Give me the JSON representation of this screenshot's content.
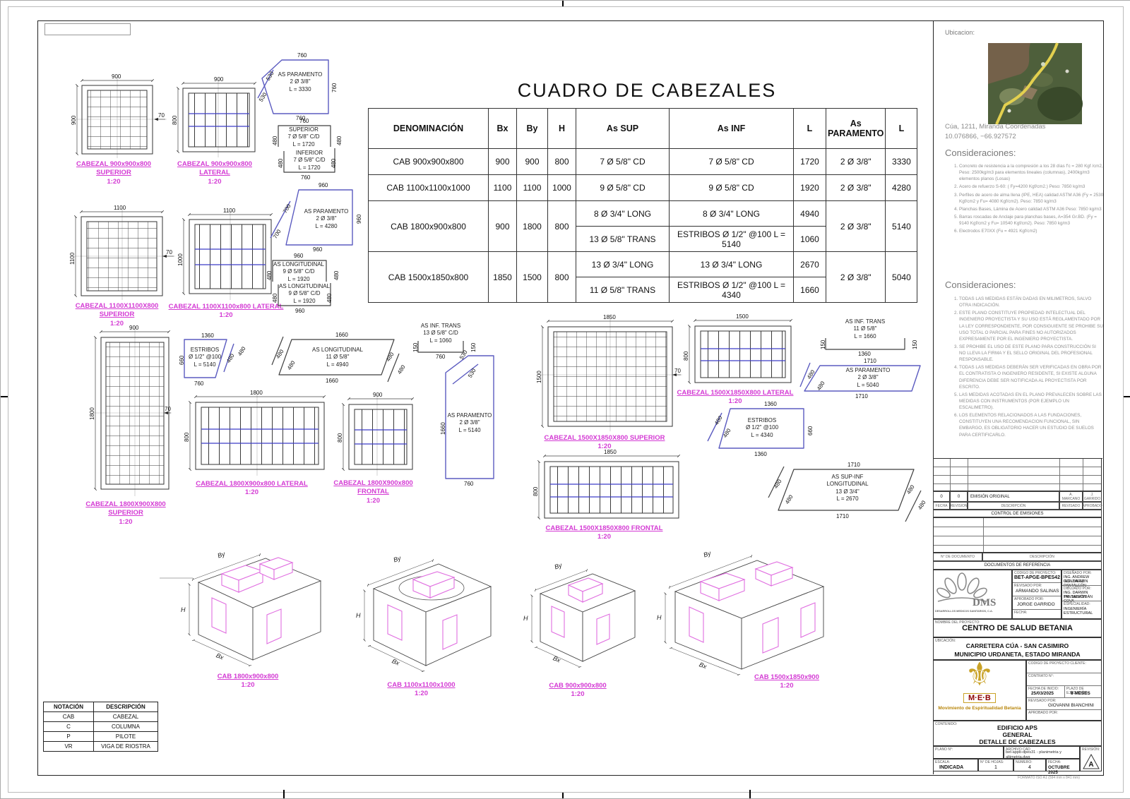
{
  "sheet": {
    "title": "CUADRO  DE  CABEZALES"
  },
  "table": {
    "h": [
      "DENOMINACIÓN",
      "Bx",
      "By",
      "H",
      "As SUP",
      "As INF",
      "L",
      "As PARAMENTO",
      "L"
    ],
    "r1": {
      "denom": "CAB 900x900x800",
      "bx": "900",
      "by": "900",
      "h": "800",
      "sup": "7 Ø 5/8\" CD",
      "inf": "7 Ø 5/8\" CD",
      "l1": "1720",
      "par": "2 Ø 3/8\"",
      "l2": "3330"
    },
    "r2": {
      "denom": "CAB 1100x1100x1000",
      "bx": "1100",
      "by": "1100",
      "h": "1000",
      "sup": "9 Ø 5/8\" CD",
      "inf": "9 Ø 5/8\" CD",
      "l1": "1920",
      "par": "2 Ø 3/8\"",
      "l2": "4280"
    },
    "r3": {
      "denom": "CAB 1800x900x800",
      "bx": "900",
      "by": "1800",
      "h": "800",
      "sup_a": "8 Ø 3/4\" LONG",
      "inf_a": "8 Ø 3/4\" LONG",
      "l1_a": "4940",
      "sup_b": "13 Ø 5/8\" TRANS",
      "inf_b": "ESTRIBOS Ø 1/2\" @100 L = 5140",
      "l1_b": "1060",
      "par": "2 Ø 3/8\"",
      "l2": "5140"
    },
    "r4": {
      "denom": "CAB 1500x1850x800",
      "bx": "1850",
      "by": "1500",
      "h": "800",
      "sup_a": "13 Ø 3/4\" LONG",
      "inf_a": "13 Ø 3/4\" LONG",
      "l1_a": "2670",
      "sup_b": "11 Ø 5/8\" TRANS",
      "inf_b": "ESTRIBOS Ø 1/2\" @100 L = 4340",
      "l1_b": "1660",
      "par": "2 Ø 3/8\"",
      "l2": "5040"
    }
  },
  "v": [
    {
      "cap": "CABEZAL 900x900x800 SUPERIOR",
      "sc": "1:20",
      "w": "900",
      "h": "900",
      "c": "70"
    },
    {
      "cap": "CABEZAL 900x900x800 LATERAL",
      "sc": "1:20",
      "w": "900",
      "h": "800"
    },
    {
      "cap": "CABEZAL 1100X1100X800 SUPERIOR",
      "sc": "1:20",
      "w": "1100",
      "h": "1100",
      "c": "70"
    },
    {
      "cap": "CABEZAL 1100X1100x800 LATERAL",
      "sc": "1:20",
      "w": "1100",
      "h": "1000"
    },
    {
      "cap": "CABEZAL 1800X900X800 SUPERIOR",
      "sc": "1:20",
      "w": "900",
      "h": "1800",
      "c": "70"
    },
    {
      "cap": "CABEZAL 1800X900x800 LATERAL",
      "sc": "1:20",
      "w": "1800",
      "h": "800"
    },
    {
      "cap": "CABEZAL 1800X900x800 FRONTAL",
      "sc": "1:20",
      "w": "900",
      "h": "800"
    },
    {
      "cap": "CABEZAL 1500X1850X800 SUPERIOR",
      "sc": "1:20",
      "w": "1850",
      "h": "1500",
      "c": "70"
    },
    {
      "cap": "CABEZAL 1500X1850X800 LATERAL",
      "sc": "1:20",
      "w": "1500",
      "h": "800"
    },
    {
      "cap": "CABEZAL 1500X1850X800 FRONTAL",
      "sc": "1:20",
      "w": "1850",
      "h": "800"
    }
  ],
  "s": [
    {
      "txt": "AS PARAMENTO\n2 Ø 3/8\"\nL = 3330",
      "dims": [
        "760",
        "530",
        "530",
        "760",
        "760"
      ]
    },
    {
      "txt": "SUPERIOR\n7 Ø 5/8\" C/D\nL = 1720",
      "txt2": "INFERIOR\n7 Ø 5/8\" C/D\nL = 1720",
      "dims": [
        "760",
        "480",
        "480",
        "480",
        "480",
        "760"
      ]
    },
    {
      "txt": "AS PARAMENTO\n2 Ø 3/8\"\nL = 4280",
      "dims": [
        "960",
        "700",
        "700",
        "960",
        "960"
      ]
    },
    {
      "txt": "AS LONGITUDINAL\n9 Ø 5/8\" C/D\nL = 1920",
      "txt2": "AS LONGITUDINAL\n9 Ø 5/8\" C/D\nL = 1920",
      "dims": [
        "960",
        "480",
        "480",
        "480",
        "480",
        "960"
      ]
    },
    {
      "txt": "ESTRIBOS\nØ 1/2\" @100\nL = 5140",
      "dims": [
        "1360",
        "660",
        "760",
        "480",
        "480"
      ]
    },
    {
      "txt": "AS LONGITUDINAL\n11 Ø 5/8\"\nL = 4940",
      "dims": [
        "1660",
        "1660",
        "480",
        "480",
        "480",
        "480"
      ]
    },
    {
      "txt": "AS INF. TRANS\n13 Ø 5/8\" C/D\nL = 1060",
      "dims": [
        "150",
        "150",
        "760"
      ]
    },
    {
      "txt": "AS PARAMENTO\n2 Ø 3/8\"\nL = 5140",
      "dims": [
        "530",
        "530",
        "1660",
        "760"
      ]
    },
    {
      "txt": "AS INF. TRANS\n11 Ø 5/8\"\nL = 1660",
      "dims": [
        "150",
        "150",
        "1360"
      ]
    },
    {
      "txt": "AS PARAMENTO\n2 Ø 3/8\"\nL = 5040",
      "dims": [
        "1710",
        "1710",
        "480",
        "480"
      ]
    },
    {
      "txt": "ESTRIBOS\nØ 1/2\" @100\nL = 4340",
      "dims": [
        "1360",
        "480",
        "480",
        "660",
        "1360"
      ]
    },
    {
      "txt": "AS SUP-INF\nLONGITUDINAL\n13 Ø 3/4\"\nL = 2670",
      "dims": [
        "1710",
        "1710",
        "480",
        "480",
        "480",
        "480"
      ]
    }
  ],
  "iso": {
    "bx": "Bx",
    "by": "By",
    "h": "H",
    "caps": [
      {
        "n": "CAB 1800x900x800",
        "sc": "1:20"
      },
      {
        "n": "CAB 1100x1100x1000",
        "sc": "1:20"
      },
      {
        "n": "CAB 900x900x800",
        "sc": "1:20"
      },
      {
        "n": "CAB 1500x1850x900",
        "sc": "1:20"
      }
    ]
  },
  "nb": {
    "h1": "NOTACIÓN",
    "h2": "DESCRIPCIÓN",
    "rows": [
      [
        "CAB",
        "CABEZAL"
      ],
      [
        "C",
        "COLUMNA"
      ],
      [
        "P",
        "PILOTE"
      ],
      [
        "VR",
        "VIGA DE RIOSTRA"
      ]
    ]
  },
  "sb": {
    "ubic": "Ubicacion:",
    "addr1": "Cúa, 1211, Miranda Coordenadas",
    "addr2": "10.076866, −66.927572",
    "ct": "Consideraciones:",
    "n1": [
      "Concreto de resistencia a la compresión a los 28 días f'c = 280 Kgf /cm2, Peso: 2500kg/m3 para elementos lineales (columnas), 2400kg/m3 elementos planos (Losas)",
      "Acero de refuerzo S-60: ( Fy=4200 Kgf/cm2.)  Peso: 7850 kg/m3",
      "Perfiles de acero de alma llena (IPE, HEA) calidad ASTM A36 (Fy = 2530 Kgf/cm2 y Fu= 4080 Kgf/cm2). Peso: 7850 kg/m3",
      "Planchas Bases, Lámina de Acero calidad ASTM A36 Peso: 7850 kg/m3",
      "Barras roscadas de Anclaje para planchas bases, A=354 Gr.BD. (Fy = 9140 Kgf/cm2 y Fu= 10540 Kgf/cm2). Peso: 7850 kg/m3",
      "Electrodos E70XX (Fu = 4921 Kgf/cm2)"
    ],
    "ct2": "Consideraciones:",
    "n2": [
      "TODAS LAS MEDIDAS ESTÁN DADAS EN MILIMETROS, SALVO OTRA INDICACIÓN.",
      "ESTE PLANO CONSTITUYE PROPIEDAD INTELECTUAL DEL INGENIERO PROYECTISTA Y SU USO ESTÁ REGLAMENTADO POR LA LEY CORRESPONDIENTE, POR CONSIGUIENTE SE PROHIBE SU USO TOTAL O PARCIAL PARA FINES NO AUTORIZADOS EXPRESAMENTE POR EL INGENIERO PROYECTISTA.",
      "SE PROHIBE EL USO DE ESTE PLANO PARA CONSTRUCCIÓN SI NO LLEVA LA FIRMA Y EL SELLO ORIGINAL DEL PROFESIONAL RESPONSABLE.",
      "TODAS LAS MEDIDAS DEBERÁN SER VERIFICADAS EN OBRA POR EL CONTRATISTA O INGENIERO RESIDENTE, SI EXISTE ALGUNA DIFERENCIA DEBE SER NOTIFICADA AL PROYECTISTA POR ESCRITO.",
      "LAS MEDIDAS ACOTADAS EN EL PLANO PREVALECEN SOBRE LAS MEDIDAS CON INSTRUMENTOS (POR EJEMPLO UN ESCALIMETRO).",
      "LOS ELEMENTOS RELACIONADOS A LAS FUNDACIONES, CONSTITUYEN UNA RECOMENDACION FUNCIONAL, SIN EMBARGO, ES OBLIGATORIO HACER UN ESTUDIO DE SUELOS PARA CERTIFICARLO."
    ]
  },
  "tb": {
    "ce_row": {
      "f": "0",
      "r": "0",
      "d": "EMISIÓN ORIGINAL",
      "rev": "A. MARCANO",
      "apr": "J. GARRIDO"
    },
    "ce_h": [
      "FECHA",
      "REVISION",
      "DESCRIPCIÓN",
      "REVISADO",
      "APROBADO"
    ],
    "ce_cap": "CONTROL DE EMISIONES",
    "doc_h1": "N° DE DOCUMENTO",
    "doc_h2": "DESCRIPCIÓN",
    "doc_cap": "DOCUMENTOS DE REFERENCIA",
    "dms": "DMS",
    "dms_sub": "DESARROLLOS MEDICOS SANITARIOS, C.A.",
    "l_cod": "CODIGO DE PROYECTO:",
    "v_cod": "BET-APGE-BPES42",
    "l_revpor": "REVISADO POR:",
    "v_revpor": "ARMANDO SALINAS",
    "l_aprpor": "APROBADO POR:",
    "v_aprpor": "JORGE GARRIDO",
    "l_fecha": "FECHA:",
    "l_dis": "DISEÑADO POR:",
    "v_dis1": "ING. ANDREW GONZALEZ",
    "v_dis2": "ING. DARWIN PANTALEÓN",
    "l_dib": "DIBUJADO POR:",
    "v_dib1": "ING. DARWIN PANTALEÓN",
    "v_dib2": "TM. SEBASTIÁN COVA",
    "l_esp": "ESPECIALIDAD:",
    "v_esp": "INGENIERÍA ESTRUCTURAL",
    "l_nom": "NOMBRE DEL PROYECTO:",
    "v_nom": "CENTRO DE SALUD BETANIA",
    "l_ubi": "UBICACIÓN:",
    "v_ubi1": "CARRETERA CÚA - SAN CASIMIRO",
    "v_ubi2": "MUNICIPIO URDANETA, ESTADO MIRANDA",
    "meb1": "M·E·B",
    "meb2": "Movimiento de Espiritualidad Betania",
    "l_codcli": "CODIGO DE PROYECTO CLIENTE:",
    "l_con": "CONTRATO N°:",
    "l_fini": "FECHA DE INICIO:",
    "v_fini": "25/03/2025",
    "l_plazo": "PLAZO DE EJECUCIÓN:",
    "v_plazo": "8 MESES",
    "l_revcli": "REVISADO POR:",
    "v_revcli": "GIOVANNI BIANCHINI",
    "l_aprcli": "APROBADO POR:",
    "l_contenido": "CONTENIDO:",
    "v_c1": "EDIFICIO APS",
    "v_c2": "GENERAL",
    "v_c3": "DETALLE DE CABEZALES",
    "l_plano": "PLANO N°:",
    "l_arch": "ARCHIVO CAD",
    "v_arch": "bet-appb-dpes31 - planimetria y altimetria.dwg",
    "l_rev2": "REVISIÓN:",
    "v_rev2": "A",
    "l_esc": "ESCALA:",
    "v_esc": "INDICADA",
    "l_hojas": "N° DE HOJAS:",
    "v_hojas": "1",
    "l_num": "NUMERO:",
    "v_num": "4",
    "l_f2": "FECHA:",
    "v_f2": "OCTUBRE 2025",
    "footer": "FORMATO ISO A1 (594 mm x 841 mm)"
  }
}
